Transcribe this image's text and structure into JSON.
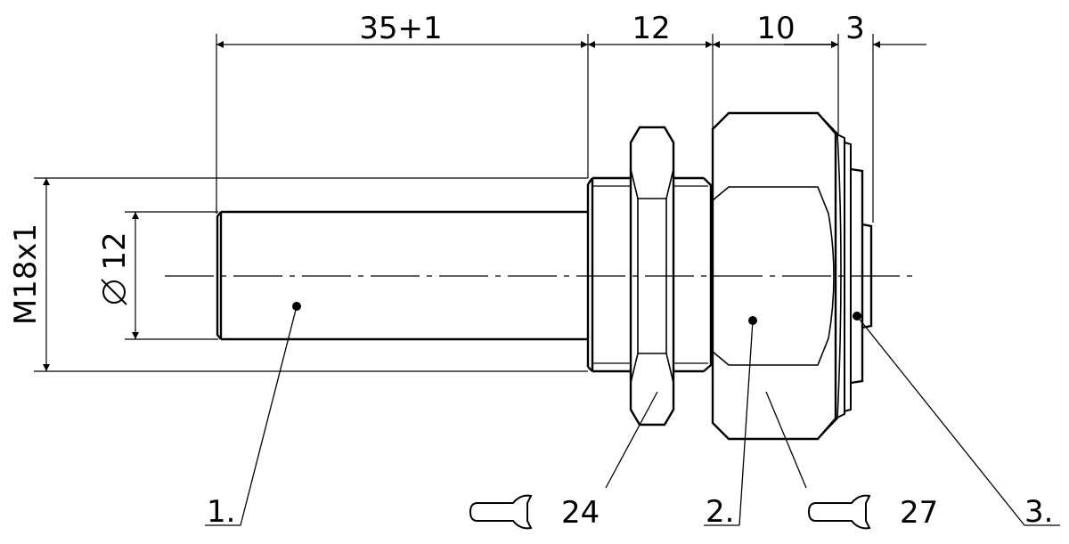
{
  "dimensions": {
    "length_shaft": "35+1",
    "length_nut": "12",
    "length_head": "10",
    "length_end": "3",
    "thread": "M18x1",
    "diameter": "12",
    "diameter_symbol": "⌀"
  },
  "callouts": {
    "item1": "1.",
    "item2": "2.",
    "item3": "3.",
    "wrench_small": "24",
    "wrench_large": "27"
  },
  "icons": [
    "wrench-icon",
    "diameter-symbol"
  ]
}
